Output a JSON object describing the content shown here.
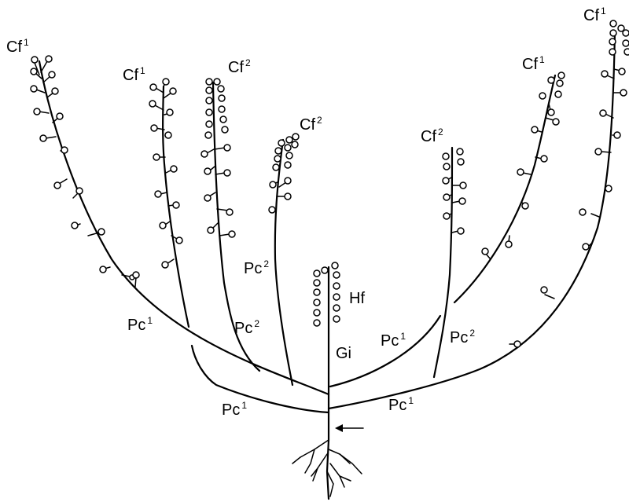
{
  "labels": {
    "cf1_far_left": {
      "base": "Cf",
      "sup": "1"
    },
    "cf1_left": {
      "base": "Cf",
      "sup": "1"
    },
    "cf2_left": {
      "base": "Cf",
      "sup": "2"
    },
    "cf2_center": {
      "base": "Cf",
      "sup": "2"
    },
    "cf2_right": {
      "base": "Cf",
      "sup": "2"
    },
    "cf1_right": {
      "base": "Cf",
      "sup": "1"
    },
    "cf1_far_right": {
      "base": "Cf",
      "sup": "1"
    },
    "hf": {
      "base": "Hf"
    },
    "gi": {
      "base": "Gi"
    },
    "pc2_upper": {
      "base": "Pc",
      "sup": "2"
    },
    "pc1_left": {
      "base": "Pc",
      "sup": "1"
    },
    "pc2_left": {
      "base": "Pc",
      "sup": "2"
    },
    "pc1_center": {
      "base": "Pc",
      "sup": "1"
    },
    "pc2_right": {
      "base": "Pc",
      "sup": "2"
    },
    "pc1_lower_left": {
      "base": "Pc",
      "sup": "1"
    },
    "pc1_lower_right": {
      "base": "Pc",
      "sup": "1"
    }
  },
  "arrow": {
    "direction": "left"
  }
}
